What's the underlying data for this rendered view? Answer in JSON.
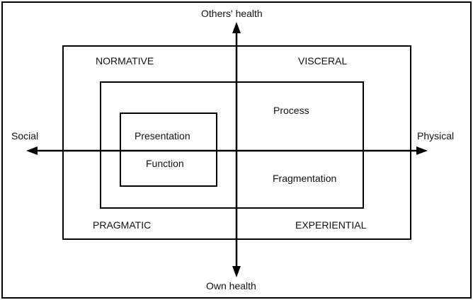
{
  "axes": {
    "top": "Others' health",
    "bottom": "Own health",
    "left": "Social",
    "right": "Physical"
  },
  "quadrants": {
    "top_left": "NORMATIVE",
    "top_right": "VISCERAL",
    "bottom_left": "PRAGMATIC",
    "bottom_right": "EXPERIENTIAL"
  },
  "inner": {
    "presentation": "Presentation",
    "function": "Function",
    "process": "Process",
    "fragmentation": "Fragmentation"
  }
}
